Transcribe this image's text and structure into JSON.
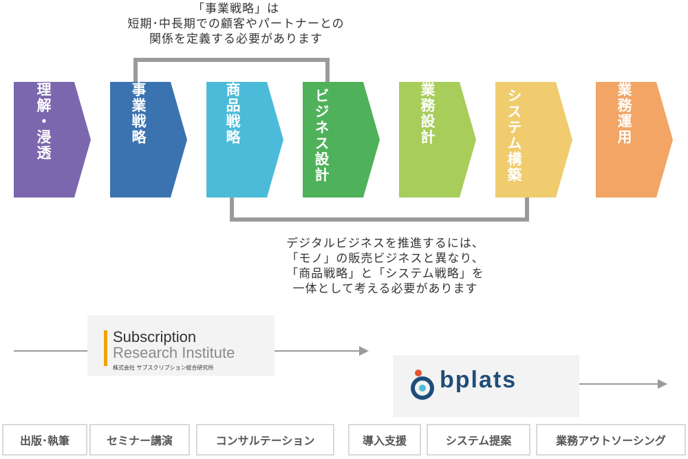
{
  "top_note": {
    "line1": "「事業戦略」は",
    "line2": "短期･中長期での顧客やパートナーとの",
    "line3": "関係を定義する必要があります"
  },
  "bottom_note": {
    "line1": "デジタルビジネスを推進するには、",
    "line2": "「モノ」の販売ビジネスと異なり、",
    "line3": "「商品戦略」と「システム戦略」を",
    "line4": "一体として考える必要があります"
  },
  "steps": [
    {
      "label": "理解・浸透",
      "color": "#7b67ae"
    },
    {
      "label": "事業戦略",
      "color": "#3b73b0"
    },
    {
      "label": "商品戦略",
      "color": "#4bbbd9"
    },
    {
      "label": "ビジネス設計",
      "color": "#4fb15a"
    },
    {
      "label": "業務設計",
      "color": "#a8cd5a"
    },
    {
      "label": "システム構築",
      "color": "#f0cc6f"
    },
    {
      "label": "業務運用",
      "color": "#f2a564"
    }
  ],
  "logos": {
    "sri": {
      "title": "Subscription",
      "subtitle": "Research Institute",
      "japanese": "株式会社 サブスクリプション総合研究所",
      "accent_color": "#f0a400"
    },
    "bplats": {
      "word": "bplats",
      "brand_color": "#1f4d7a",
      "dot_color": "#e8532f"
    }
  },
  "services": [
    {
      "label": "出版･執筆"
    },
    {
      "label": "セミナー講演"
    },
    {
      "label": "コンサルテーション"
    },
    {
      "label": "導入支援"
    },
    {
      "label": "システム提案"
    },
    {
      "label": "業務アウトソーシング"
    }
  ],
  "colors": {
    "connector": "#9a9a9a",
    "service_border": "#d8d8d8"
  }
}
